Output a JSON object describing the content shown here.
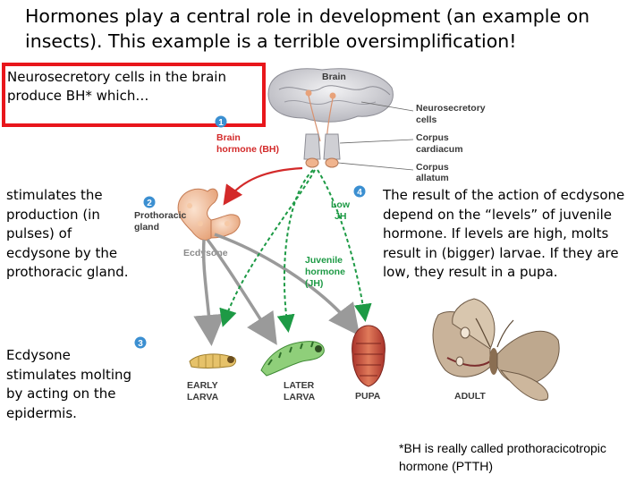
{
  "title": "Hormones play a central role in development (an example on insects). This example is a terrible oversimplification!",
  "callout": "Neurosecretory cells in the brain produce BH* which…",
  "text_stimulates": "stimulates the production (in pulses) of ecdysone by the prothoracic gland.",
  "text_ecdysone": "Ecdysone stimulates molting by acting on the epidermis.",
  "text_result": "The result of the action of ecdysone depend on the “levels” of juvenile hormone. If levels are high, molts result in (bigger) larvae. If they are low, they result in a pupa.",
  "footnote": "*BH is really called prothoracicotropic hormone (PTTH)",
  "figure": {
    "brain": "Brain",
    "neurosecretory_1": "Neurosecretory",
    "neurosecretory_2": "cells",
    "corpus_cardiacum_1": "Corpus",
    "corpus_cardiacum_2": "cardiacum",
    "corpus_allatum_1": "Corpus",
    "corpus_allatum_2": "allatum",
    "bh_1": "Brain",
    "bh_2": "hormone (BH)",
    "prothoracic_1": "Prothoracic",
    "prothoracic_2": "gland",
    "ecdysone": "Ecdysone",
    "low_1": "Low",
    "low_2": "JH",
    "jh_1": "Juvenile",
    "jh_2": "hormone",
    "jh_3": "(JH)",
    "early_1": "EARLY",
    "early_2": "LARVA",
    "later_1": "LATER",
    "later_2": "LARVA",
    "pupa": "PUPA",
    "adult": "ADULT",
    "step1": "1",
    "step2": "2",
    "step3": "3",
    "step4": "4"
  },
  "colors": {
    "callout_border": "#e8161b",
    "bh_arrow": "#d32a2a",
    "jh_arrow": "#1d9a45",
    "ecdysone_arrow": "#9a9a9a",
    "step_badge": "#3b8fd1"
  }
}
